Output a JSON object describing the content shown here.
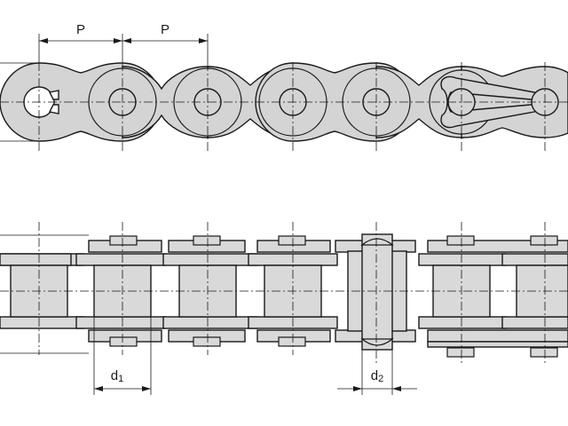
{
  "diagram": {
    "top_view": {
      "pitch_labels": [
        "P",
        "P"
      ]
    },
    "side_view": {
      "roller_diameter": {
        "base": "d",
        "sub": "1"
      },
      "pin_diameter": {
        "base": "d",
        "sub": "2"
      }
    }
  }
}
